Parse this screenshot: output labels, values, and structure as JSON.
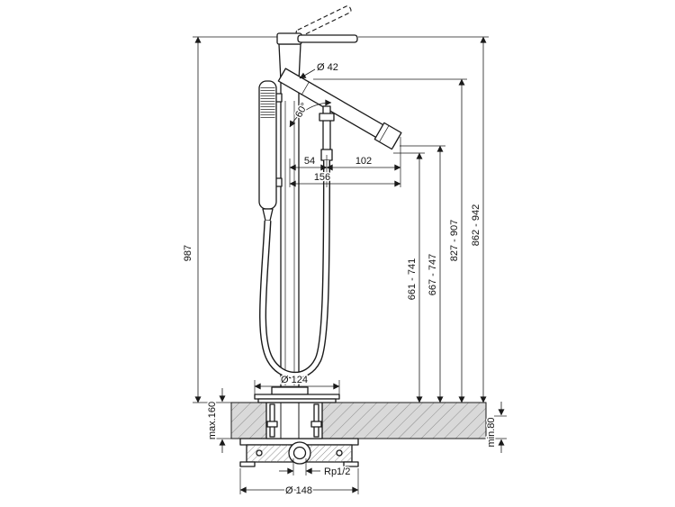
{
  "drawing": {
    "labels": {
      "spout_diameter": "Ø 42",
      "spout_angle": "60°",
      "offset_a": "54",
      "offset_b": "102",
      "offset_total": "156",
      "total_height": "987",
      "height_outlet_low": "661 - 741",
      "height_outlet_high": "667 - 747",
      "height_spout": "827 - 907",
      "height_handle": "862 - 942",
      "escutcheon_diameter": "Ø 124",
      "floor_thickness_max": "max.160",
      "mounting_depth_min": "min.80",
      "connection_thread": "Rp1/2",
      "rough_in_diameter": "Ø 148"
    },
    "colors": {
      "line": "#1a1a1a",
      "floor_fill": "#d9d9d9",
      "background": "#ffffff"
    }
  }
}
